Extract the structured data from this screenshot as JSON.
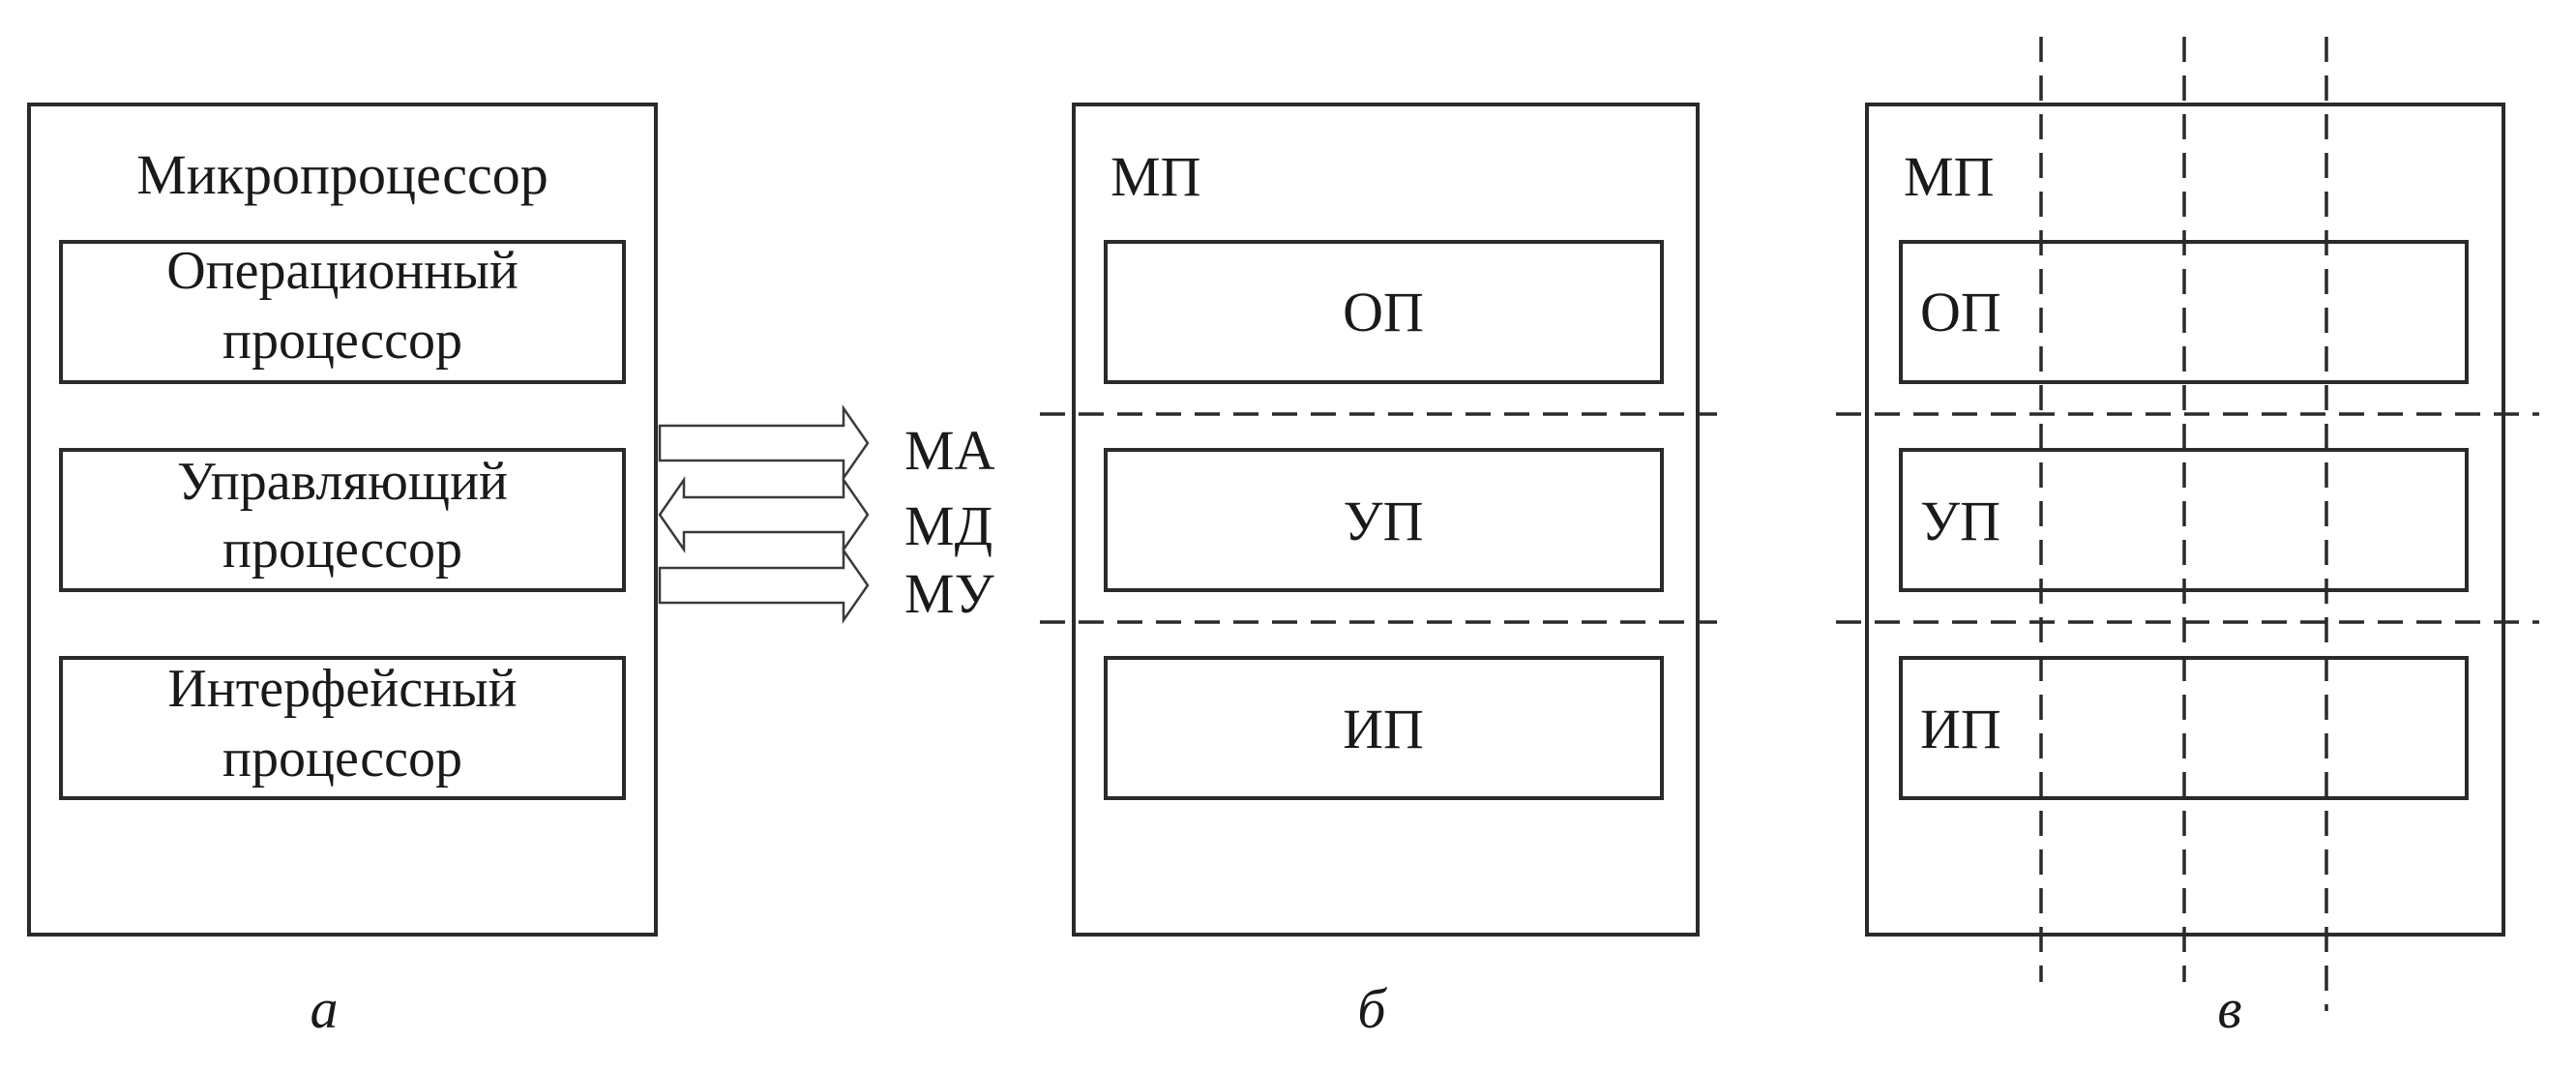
{
  "panel_a": {
    "title": "Микропроцессор",
    "blocks": [
      {
        "line1": "Операционный",
        "line2": "процессор"
      },
      {
        "line1": "Управляющий",
        "line2": "процессор"
      },
      {
        "line1": "Интерфейсный",
        "line2": "процессор"
      }
    ],
    "caption": "а"
  },
  "buses": {
    "address": "МА",
    "data": "МД",
    "control": "МУ"
  },
  "panel_b": {
    "title": "МП",
    "blocks": [
      "ОП",
      "УП",
      "ИП"
    ],
    "caption": "б"
  },
  "panel_c": {
    "title": "МП",
    "blocks": [
      "ОП",
      "УП",
      "ИП"
    ],
    "caption": "в"
  }
}
